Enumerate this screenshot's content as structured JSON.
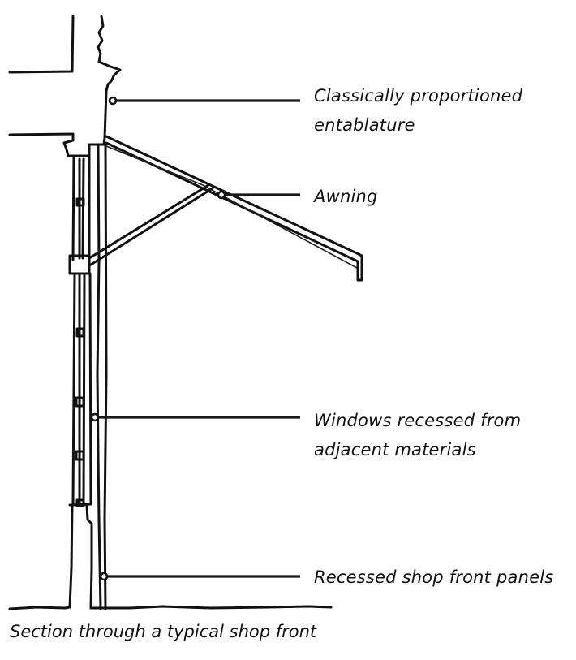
{
  "figure": {
    "caption": "Section through a typical shop front",
    "ink_color": "#111111",
    "background": "#ffffff"
  },
  "annotations": [
    {
      "id": "entablature",
      "lines": [
        "Classically proportioned",
        "entablature"
      ]
    },
    {
      "id": "awning",
      "lines": [
        "Awning"
      ]
    },
    {
      "id": "windows",
      "lines": [
        "Windows recessed from",
        "adjacent materials"
      ]
    },
    {
      "id": "panels",
      "lines": [
        "Recessed shop front panels"
      ]
    }
  ]
}
